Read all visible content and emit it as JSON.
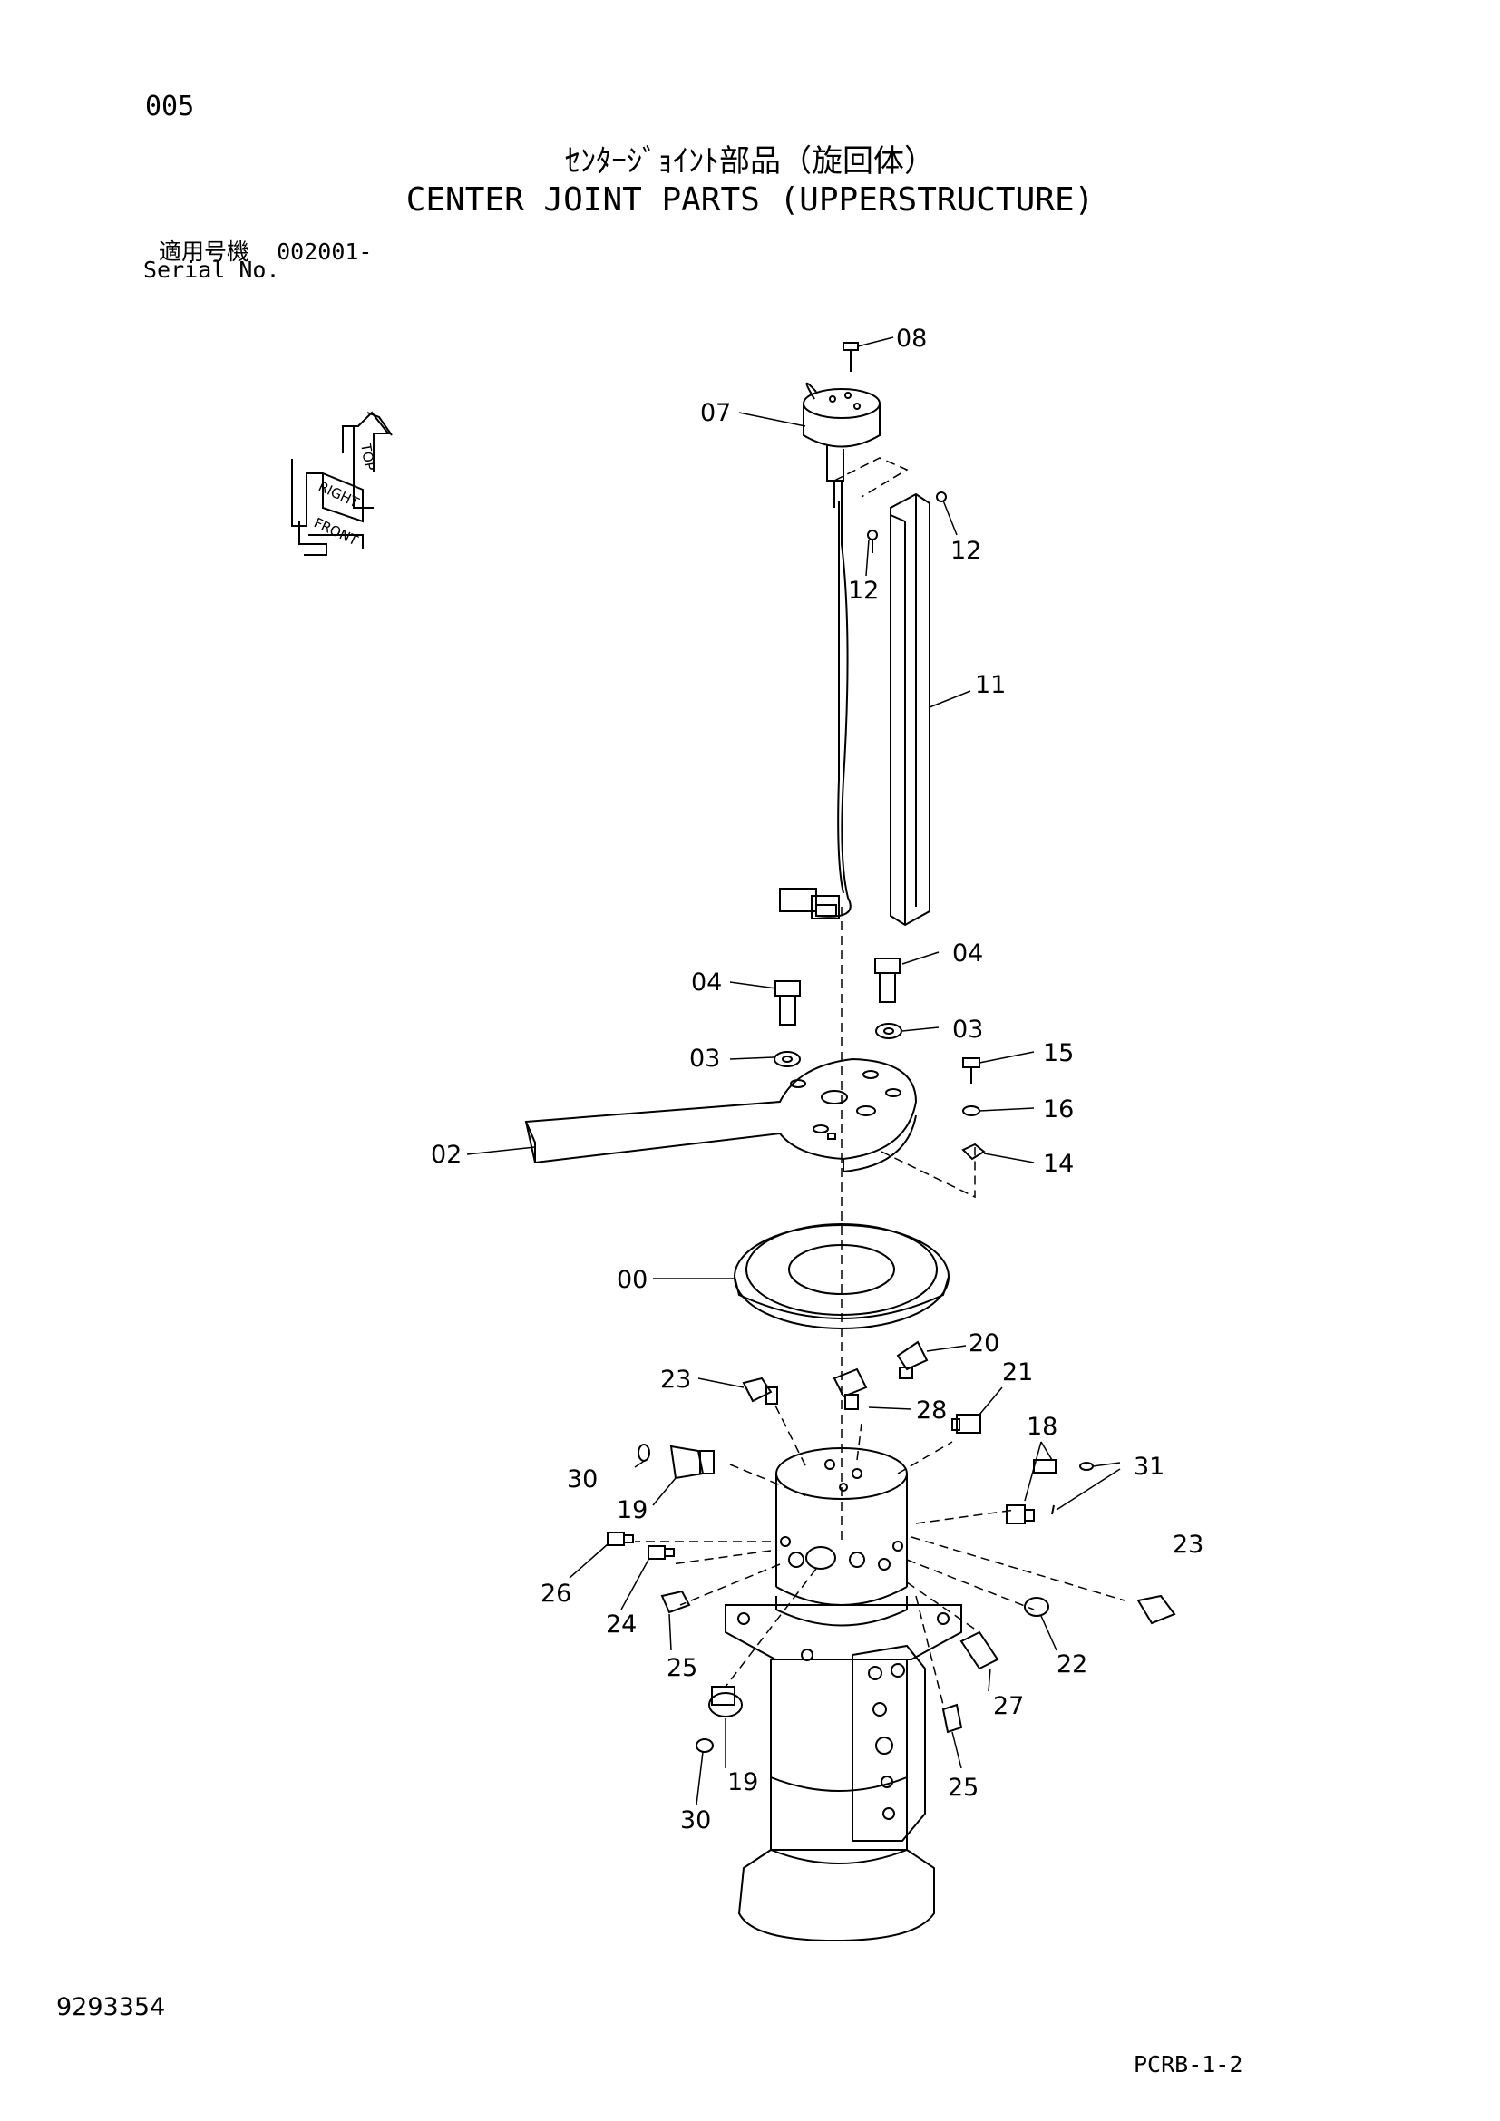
{
  "header": {
    "page_number": "005",
    "title_jp": "ｾﾝﾀｰｼﾞｮｲﾝﾄ部品（旋回体）",
    "title_en": "CENTER JOINT PARTS (UPPERSTRUCTURE)",
    "serial_label_jp": "適用号機",
    "serial_value": "002001-",
    "serial_label_en": "Serial No."
  },
  "orientation": {
    "top": "TOP",
    "right": "RIGHT",
    "front": "FRONT"
  },
  "callouts": [
    "08",
    "07",
    "12",
    "12",
    "11",
    "04",
    "04",
    "03",
    "03",
    "15",
    "16",
    "14",
    "02",
    "00",
    "20",
    "23",
    "28",
    "21",
    "18",
    "31",
    "30",
    "19",
    "26",
    "24",
    "25",
    "22",
    "23",
    "27",
    "19",
    "30",
    "25"
  ],
  "footer": {
    "doc_number": "9293354",
    "ref_code": "PCRB-1-2"
  }
}
